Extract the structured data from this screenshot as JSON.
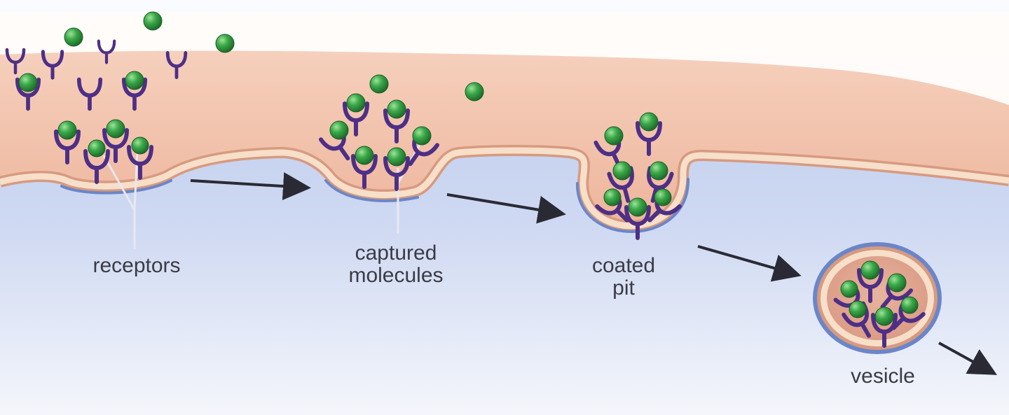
{
  "labels": {
    "receptors": "receptors",
    "captured_line1": "captured",
    "captured_line2": "molecules",
    "pit_line1": "coated",
    "pit_line2": "pit",
    "vesicle": "vesicle"
  },
  "colors": {
    "extracellular": "#f1c1ab",
    "cytoplasm": "#c3d0ee",
    "membrane_fill": "#f6dcc4",
    "membrane_edge": "#d79a80",
    "coat": "#6b86c8",
    "receptor": "#4e2f86",
    "molecule": "#2f9a3f",
    "arrow": "#2a2a35"
  },
  "icons": {
    "receptor": "receptor-y-shape-icon",
    "molecule": "green-molecule-sphere-icon",
    "arrow": "process-arrow-icon"
  }
}
